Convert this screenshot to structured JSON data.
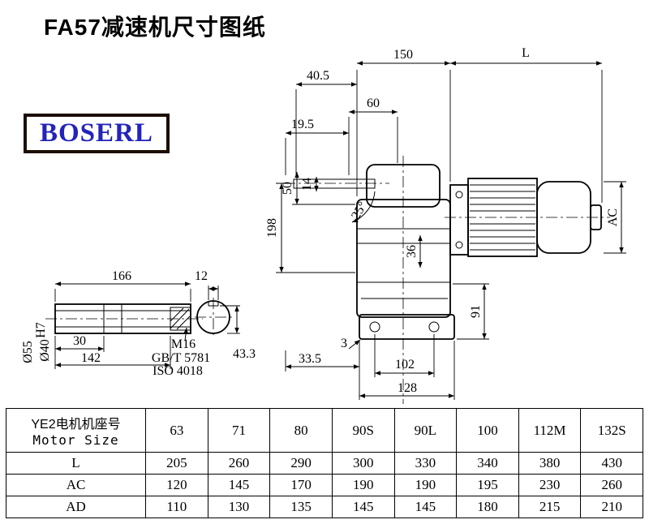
{
  "page": {
    "title": "FA57减速机尺寸图纸",
    "logo": "BOSERL"
  },
  "drawing": {
    "top": {
      "d150": "150",
      "dL": "L",
      "d40_5": "40.5",
      "d60": "60",
      "d19_5": "19.5"
    },
    "left": {
      "d50": "50",
      "d14": "14",
      "d25": "25°",
      "d198": "198"
    },
    "right": {
      "dAC": "AC",
      "d36": "36",
      "d91": "91"
    },
    "bottom": {
      "d3": "3",
      "d33_5": "33.5",
      "d102": "102",
      "d128": "128"
    },
    "shaft_detail": {
      "d166": "166",
      "d30": "30",
      "d142": "142",
      "d55": "Ø55",
      "d40": "Ø40",
      "d40sup": "H7",
      "m16": "M16",
      "gbt": "GB/T 5781",
      "iso": "ISO 4018",
      "d12": "12",
      "d43_3": "43.3"
    }
  },
  "table": {
    "header": {
      "line1": "YE2电机机座号",
      "line2": "Motor Size"
    },
    "sizes": [
      "63",
      "71",
      "80",
      "90S",
      "90L",
      "100",
      "112M",
      "132S"
    ],
    "rows": [
      {
        "label": "L",
        "values": [
          "205",
          "260",
          "290",
          "300",
          "330",
          "340",
          "380",
          "430"
        ]
      },
      {
        "label": "AC",
        "values": [
          "120",
          "145",
          "170",
          "190",
          "190",
          "195",
          "230",
          "260"
        ]
      },
      {
        "label": "AD",
        "values": [
          "110",
          "130",
          "135",
          "145",
          "145",
          "180",
          "215",
          "210"
        ]
      }
    ]
  }
}
